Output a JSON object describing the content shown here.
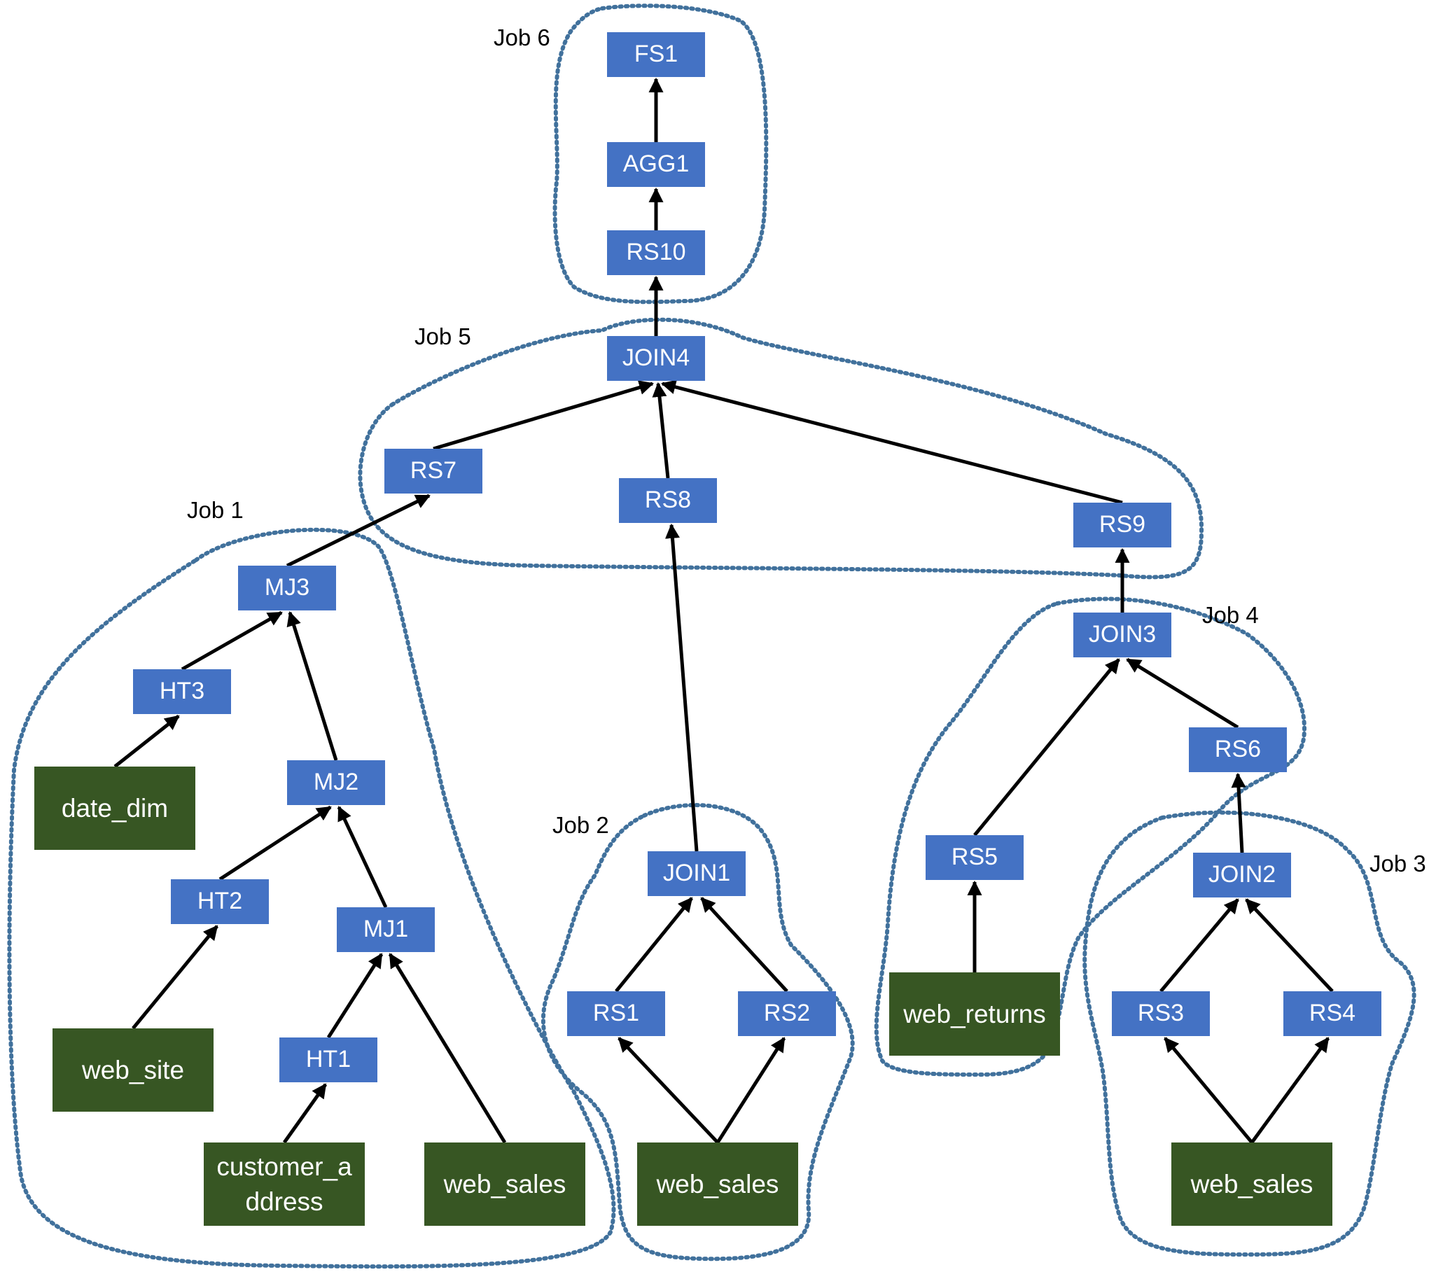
{
  "diagram": {
    "colors": {
      "operator_fill": "#4472C4",
      "table_fill": "#375623",
      "node_text": "#ffffff",
      "edge": "#000000",
      "job_outline": "#41719C"
    },
    "jobs": [
      {
        "id": "job6",
        "label": "Job 6"
      },
      {
        "id": "job5",
        "label": "Job 5"
      },
      {
        "id": "job1",
        "label": "Job 1"
      },
      {
        "id": "job2",
        "label": "Job 2"
      },
      {
        "id": "job4",
        "label": "Job 4"
      },
      {
        "id": "job3",
        "label": "Job 3"
      }
    ],
    "nodes": [
      {
        "id": "FS1",
        "label": "FS1",
        "kind": "operator",
        "job": "job6"
      },
      {
        "id": "AGG1",
        "label": "AGG1",
        "kind": "operator",
        "job": "job6"
      },
      {
        "id": "RS10",
        "label": "RS10",
        "kind": "operator",
        "job": "job6"
      },
      {
        "id": "JOIN4",
        "label": "JOIN4",
        "kind": "operator",
        "job": "job5"
      },
      {
        "id": "RS7",
        "label": "RS7",
        "kind": "operator",
        "job": "job5"
      },
      {
        "id": "RS8",
        "label": "RS8",
        "kind": "operator",
        "job": "job5"
      },
      {
        "id": "RS9",
        "label": "RS9",
        "kind": "operator",
        "job": "job5"
      },
      {
        "id": "MJ3",
        "label": "MJ3",
        "kind": "operator",
        "job": "job1"
      },
      {
        "id": "HT3",
        "label": "HT3",
        "kind": "operator",
        "job": "job1"
      },
      {
        "id": "MJ2",
        "label": "MJ2",
        "kind": "operator",
        "job": "job1"
      },
      {
        "id": "HT2",
        "label": "HT2",
        "kind": "operator",
        "job": "job1"
      },
      {
        "id": "MJ1",
        "label": "MJ1",
        "kind": "operator",
        "job": "job1"
      },
      {
        "id": "HT1",
        "label": "HT1",
        "kind": "operator",
        "job": "job1"
      },
      {
        "id": "date_dim",
        "label": "date_dim",
        "kind": "table",
        "job": "job1"
      },
      {
        "id": "web_site",
        "label": "web_site",
        "kind": "table",
        "job": "job1"
      },
      {
        "id": "customer_address",
        "label": "customer_a ddress",
        "kind": "table",
        "job": "job1"
      },
      {
        "id": "web_sales_1",
        "label": "web_sales",
        "kind": "table",
        "job": "job1"
      },
      {
        "id": "JOIN1",
        "label": "JOIN1",
        "kind": "operator",
        "job": "job2"
      },
      {
        "id": "RS1",
        "label": "RS1",
        "kind": "operator",
        "job": "job2"
      },
      {
        "id": "RS2",
        "label": "RS2",
        "kind": "operator",
        "job": "job2"
      },
      {
        "id": "web_sales_2",
        "label": "web_sales",
        "kind": "table",
        "job": "job2"
      },
      {
        "id": "JOIN3",
        "label": "JOIN3",
        "kind": "operator",
        "job": "job4"
      },
      {
        "id": "RS5",
        "label": "RS5",
        "kind": "operator",
        "job": "job4"
      },
      {
        "id": "RS6",
        "label": "RS6",
        "kind": "operator",
        "job": "job4"
      },
      {
        "id": "web_returns",
        "label": "web_returns",
        "kind": "table",
        "job": "job4"
      },
      {
        "id": "JOIN2",
        "label": "JOIN2",
        "kind": "operator",
        "job": "job3"
      },
      {
        "id": "RS3",
        "label": "RS3",
        "kind": "operator",
        "job": "job3"
      },
      {
        "id": "RS4",
        "label": "RS4",
        "kind": "operator",
        "job": "job3"
      },
      {
        "id": "web_sales_3",
        "label": "web_sales",
        "kind": "table",
        "job": "job3"
      }
    ],
    "edges": [
      {
        "from": "AGG1",
        "to": "FS1"
      },
      {
        "from": "RS10",
        "to": "AGG1"
      },
      {
        "from": "JOIN4",
        "to": "RS10"
      },
      {
        "from": "RS7",
        "to": "JOIN4"
      },
      {
        "from": "RS8",
        "to": "JOIN4"
      },
      {
        "from": "RS9",
        "to": "JOIN4"
      },
      {
        "from": "MJ3",
        "to": "RS7"
      },
      {
        "from": "HT3",
        "to": "MJ3"
      },
      {
        "from": "MJ2",
        "to": "MJ3"
      },
      {
        "from": "date_dim",
        "to": "HT3"
      },
      {
        "from": "HT2",
        "to": "MJ2"
      },
      {
        "from": "MJ1",
        "to": "MJ2"
      },
      {
        "from": "web_site",
        "to": "HT2"
      },
      {
        "from": "HT1",
        "to": "MJ1"
      },
      {
        "from": "web_sales_1",
        "to": "MJ1"
      },
      {
        "from": "customer_address",
        "to": "HT1"
      },
      {
        "from": "JOIN1",
        "to": "RS8"
      },
      {
        "from": "RS1",
        "to": "JOIN1"
      },
      {
        "from": "RS2",
        "to": "JOIN1"
      },
      {
        "from": "web_sales_2",
        "to": "RS1"
      },
      {
        "from": "web_sales_2",
        "to": "RS2"
      },
      {
        "from": "JOIN3",
        "to": "RS9"
      },
      {
        "from": "RS5",
        "to": "JOIN3"
      },
      {
        "from": "RS6",
        "to": "JOIN3"
      },
      {
        "from": "web_returns",
        "to": "RS5"
      },
      {
        "from": "JOIN2",
        "to": "RS6"
      },
      {
        "from": "RS3",
        "to": "JOIN2"
      },
      {
        "from": "RS4",
        "to": "JOIN2"
      },
      {
        "from": "web_sales_3",
        "to": "RS3"
      },
      {
        "from": "web_sales_3",
        "to": "RS4"
      }
    ]
  }
}
